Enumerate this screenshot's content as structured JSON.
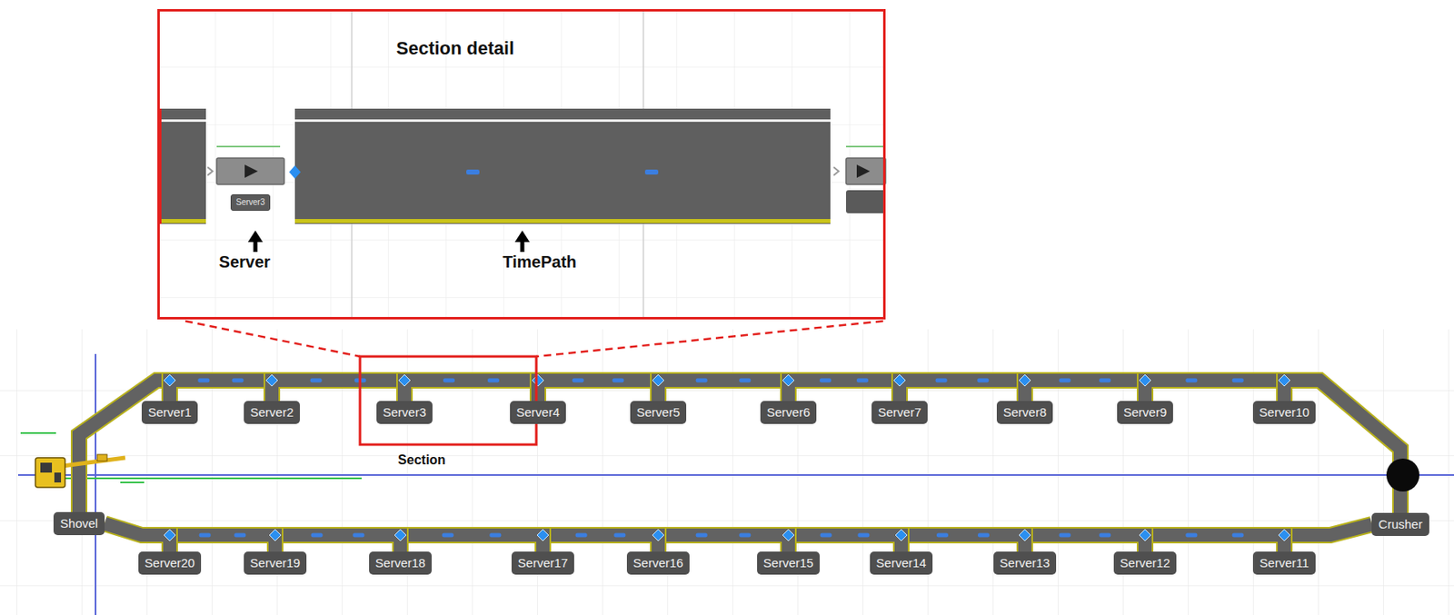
{
  "diagram": {
    "nodes": [
      {
        "text": [
          "Section detail"
        ]
      },
      {
        "text": [
          "Server3"
        ],
        "in": 0
      },
      {
        "text": [
          "Shovel"
        ]
      },
      {
        "text": [
          "Server1"
        ]
      },
      {
        "text": [
          "Server2"
        ]
      },
      {
        "text": [
          "Server3"
        ]
      },
      {
        "text": [
          "Server4"
        ]
      },
      {
        "text": [
          "Server5"
        ]
      },
      {
        "text": [
          "Server6"
        ]
      },
      {
        "text": [
          "Server7"
        ]
      },
      {
        "text": [
          "Server8"
        ]
      },
      {
        "text": [
          "Server9"
        ]
      },
      {
        "text": [
          "Server10"
        ]
      },
      {
        "text": [
          "Crusher"
        ]
      },
      {
        "text": [
          "Server11"
        ]
      },
      {
        "text": [
          "Server12"
        ]
      },
      {
        "text": [
          "Server13"
        ]
      },
      {
        "text": [
          "Server14"
        ]
      },
      {
        "text": [
          "Server15"
        ]
      },
      {
        "text": [
          "Server16"
        ]
      },
      {
        "text": [
          "Server17"
        ]
      },
      {
        "text": [
          "Server18"
        ]
      },
      {
        "text": [
          "Server19"
        ]
      },
      {
        "text": [
          "Server20"
        ]
      }
    ],
    "edges": [
      {
        "from": 2,
        "to": 3,
        "arrow": "none"
      },
      {
        "from": 3,
        "to": 4,
        "arrow": "none"
      },
      {
        "from": 4,
        "to": 5,
        "arrow": "none"
      },
      {
        "from": 5,
        "to": 6,
        "arrow": "none"
      },
      {
        "from": 6,
        "to": 7,
        "arrow": "none"
      },
      {
        "from": 7,
        "to": 8,
        "arrow": "none"
      },
      {
        "from": 8,
        "to": 9,
        "arrow": "none"
      },
      {
        "from": 9,
        "to": 10,
        "arrow": "none"
      },
      {
        "from": 10,
        "to": 11,
        "arrow": "none"
      },
      {
        "from": 11,
        "to": 12,
        "arrow": "none"
      },
      {
        "from": 12,
        "to": 13,
        "arrow": "none"
      },
      {
        "from": 13,
        "to": 14,
        "arrow": "none"
      },
      {
        "from": 14,
        "to": 15,
        "arrow": "none"
      },
      {
        "from": 15,
        "to": 16,
        "arrow": "none"
      },
      {
        "from": 16,
        "to": 17,
        "arrow": "none"
      },
      {
        "from": 17,
        "to": 18,
        "arrow": "none"
      },
      {
        "from": 18,
        "to": 19,
        "arrow": "none"
      },
      {
        "from": 19,
        "to": 20,
        "arrow": "none"
      },
      {
        "from": 20,
        "to": 21,
        "arrow": "none"
      },
      {
        "from": 21,
        "to": 22,
        "arrow": "none"
      },
      {
        "from": 22,
        "to": 23,
        "arrow": "none"
      },
      {
        "from": 23,
        "to": 2,
        "arrow": "none"
      }
    ],
    "labels": [
      "Server",
      "TimePath",
      "Section"
    ]
  }
}
